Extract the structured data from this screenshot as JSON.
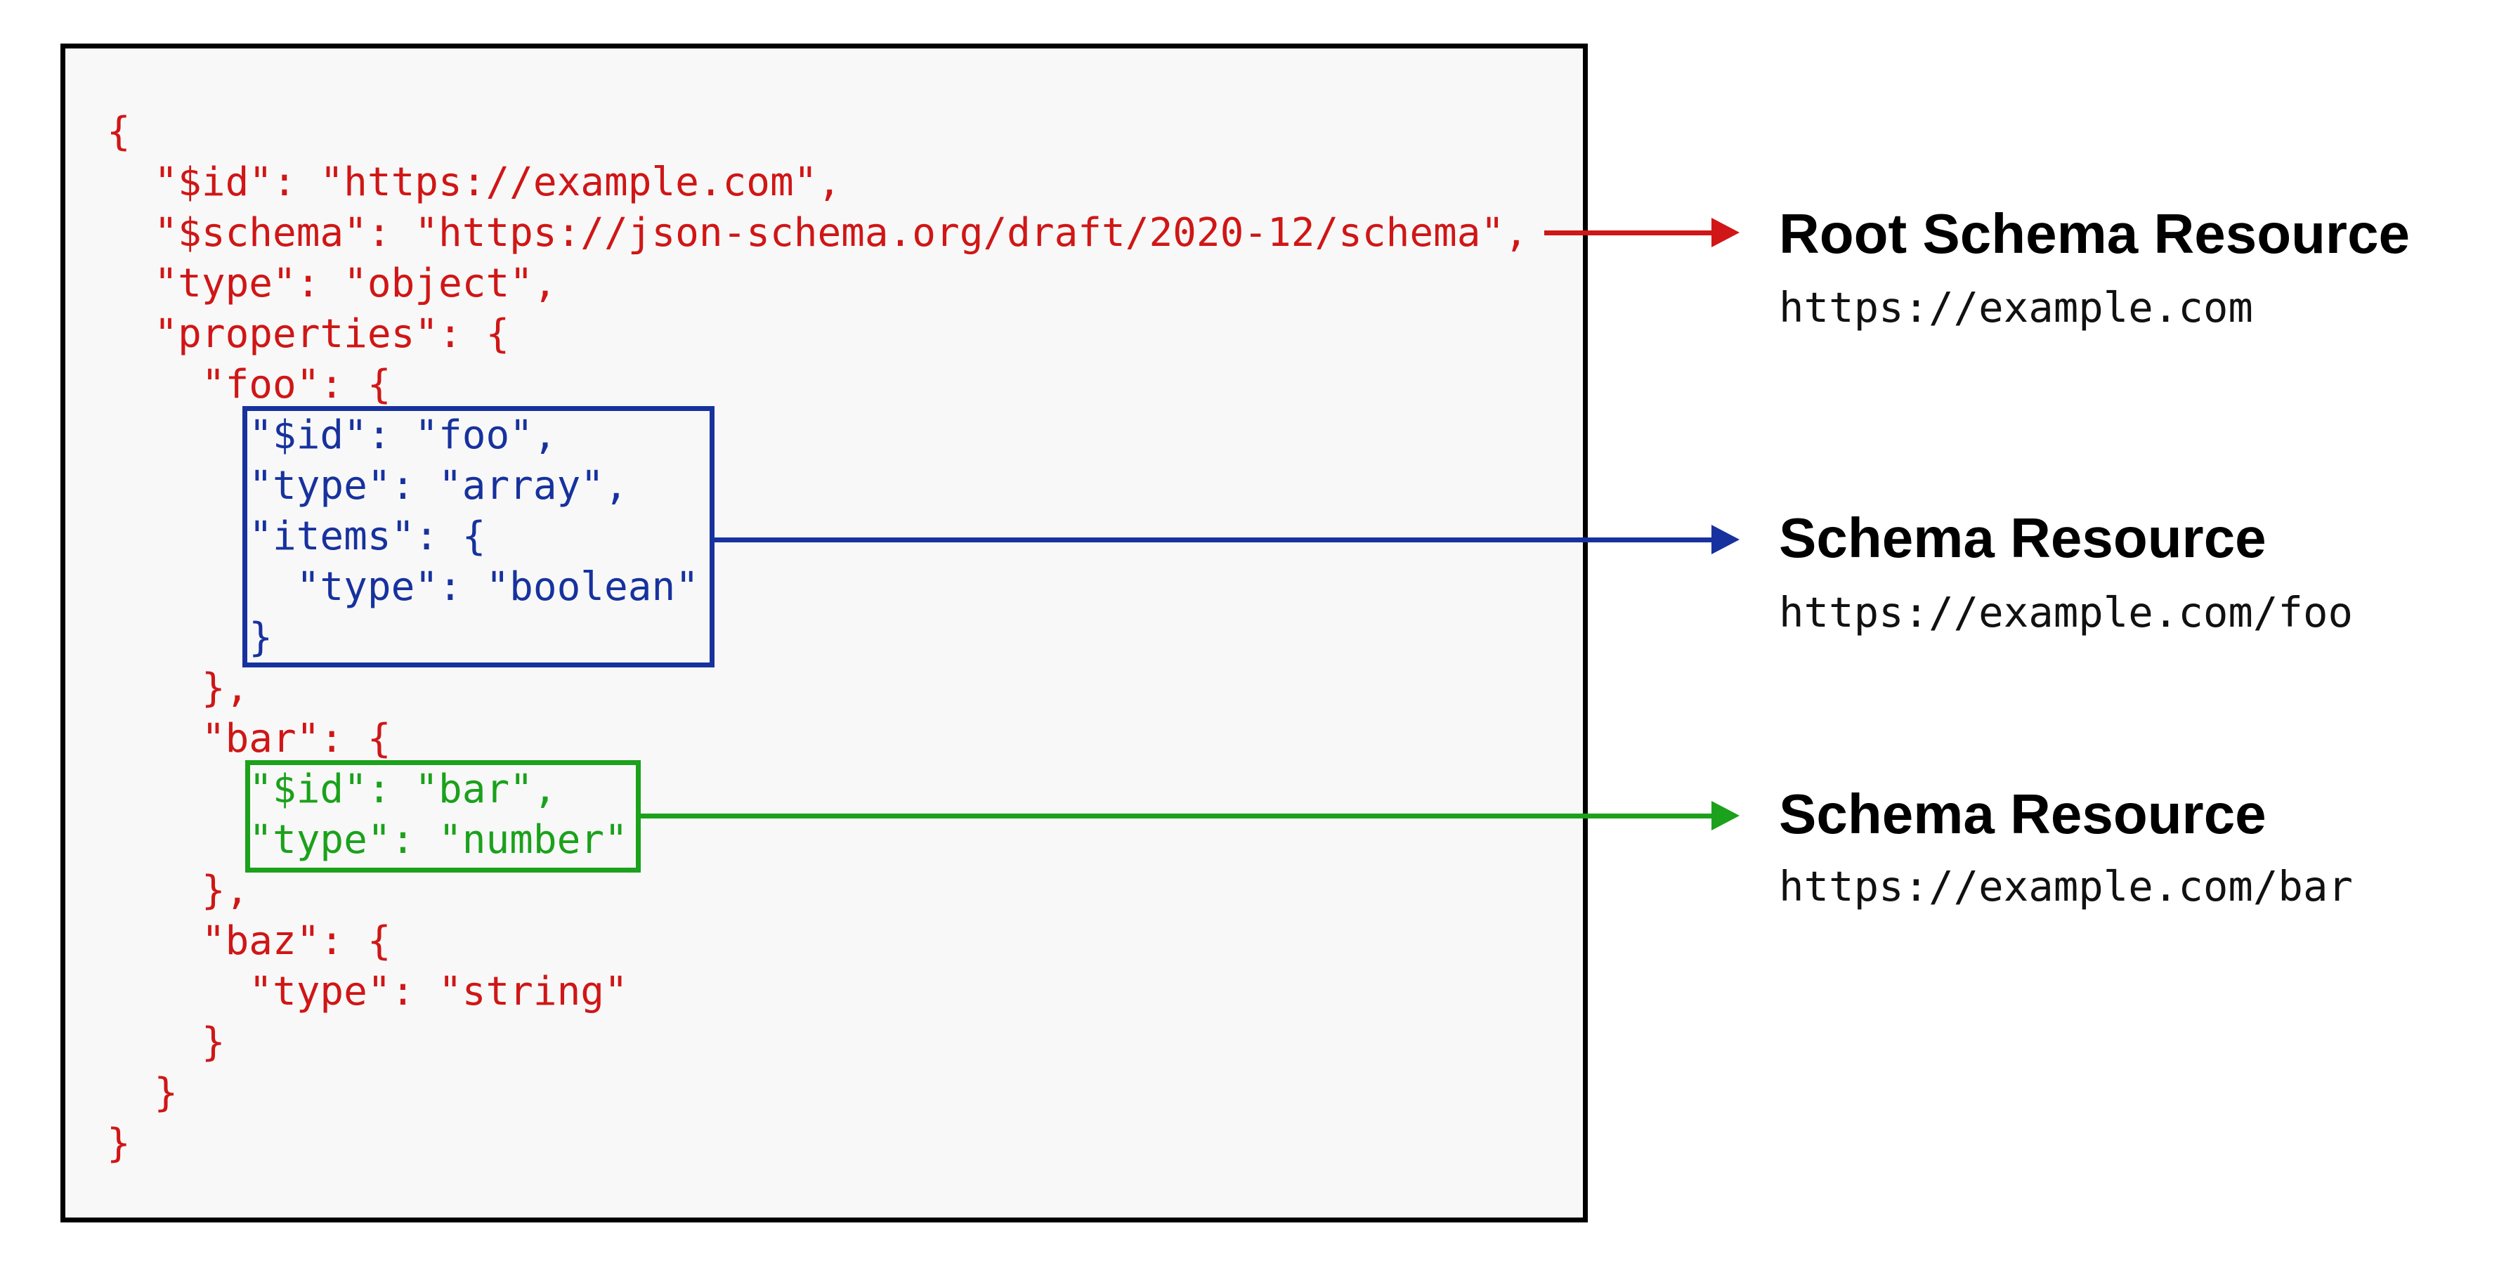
{
  "colors": {
    "red": "#d01616",
    "blue": "#17329e",
    "green": "#1ba11b",
    "black": "#000000",
    "panel_background": "#f8f8f8",
    "page_background": "#ffffff"
  },
  "code_panel": {
    "lines": [
      {
        "text": "{",
        "color": "red"
      },
      {
        "text": "  \"$id\": \"https://example.com\",",
        "color": "red"
      },
      {
        "text": "  \"$schema\": \"https://json-schema.org/draft/2020-12/schema\",",
        "color": "red"
      },
      {
        "text": "  \"type\": \"object\",",
        "color": "red"
      },
      {
        "text": "  \"properties\": {",
        "color": "red"
      },
      {
        "text": "    \"foo\": {",
        "color": "red"
      },
      {
        "text": "      \"$id\": \"foo\",",
        "color": "blue"
      },
      {
        "text": "      \"type\": \"array\",",
        "color": "blue"
      },
      {
        "text": "      \"items\": {",
        "color": "blue"
      },
      {
        "text": "        \"type\": \"boolean\"",
        "color": "blue"
      },
      {
        "text": "      }",
        "color": "blue"
      },
      {
        "text": "    },",
        "color": "red"
      },
      {
        "text": "    \"bar\": {",
        "color": "red"
      },
      {
        "text": "      \"$id\": \"bar\",",
        "color": "green"
      },
      {
        "text": "      \"type\": \"number\"",
        "color": "green"
      },
      {
        "text": "    },",
        "color": "red"
      },
      {
        "text": "    \"baz\": {",
        "color": "red"
      },
      {
        "text": "      \"type\": \"string\"",
        "color": "red"
      },
      {
        "text": "    }",
        "color": "red"
      },
      {
        "text": "  }",
        "color": "red"
      },
      {
        "text": "}",
        "color": "red"
      }
    ]
  },
  "annotations": [
    {
      "title": "Root Schema Resource",
      "url": "https://example.com",
      "arrow_color": "red"
    },
    {
      "title": "Schema Resource",
      "url": "https://example.com/foo",
      "arrow_color": "blue"
    },
    {
      "title": "Schema Resource",
      "url": "https://example.com/bar",
      "arrow_color": "green"
    }
  ]
}
